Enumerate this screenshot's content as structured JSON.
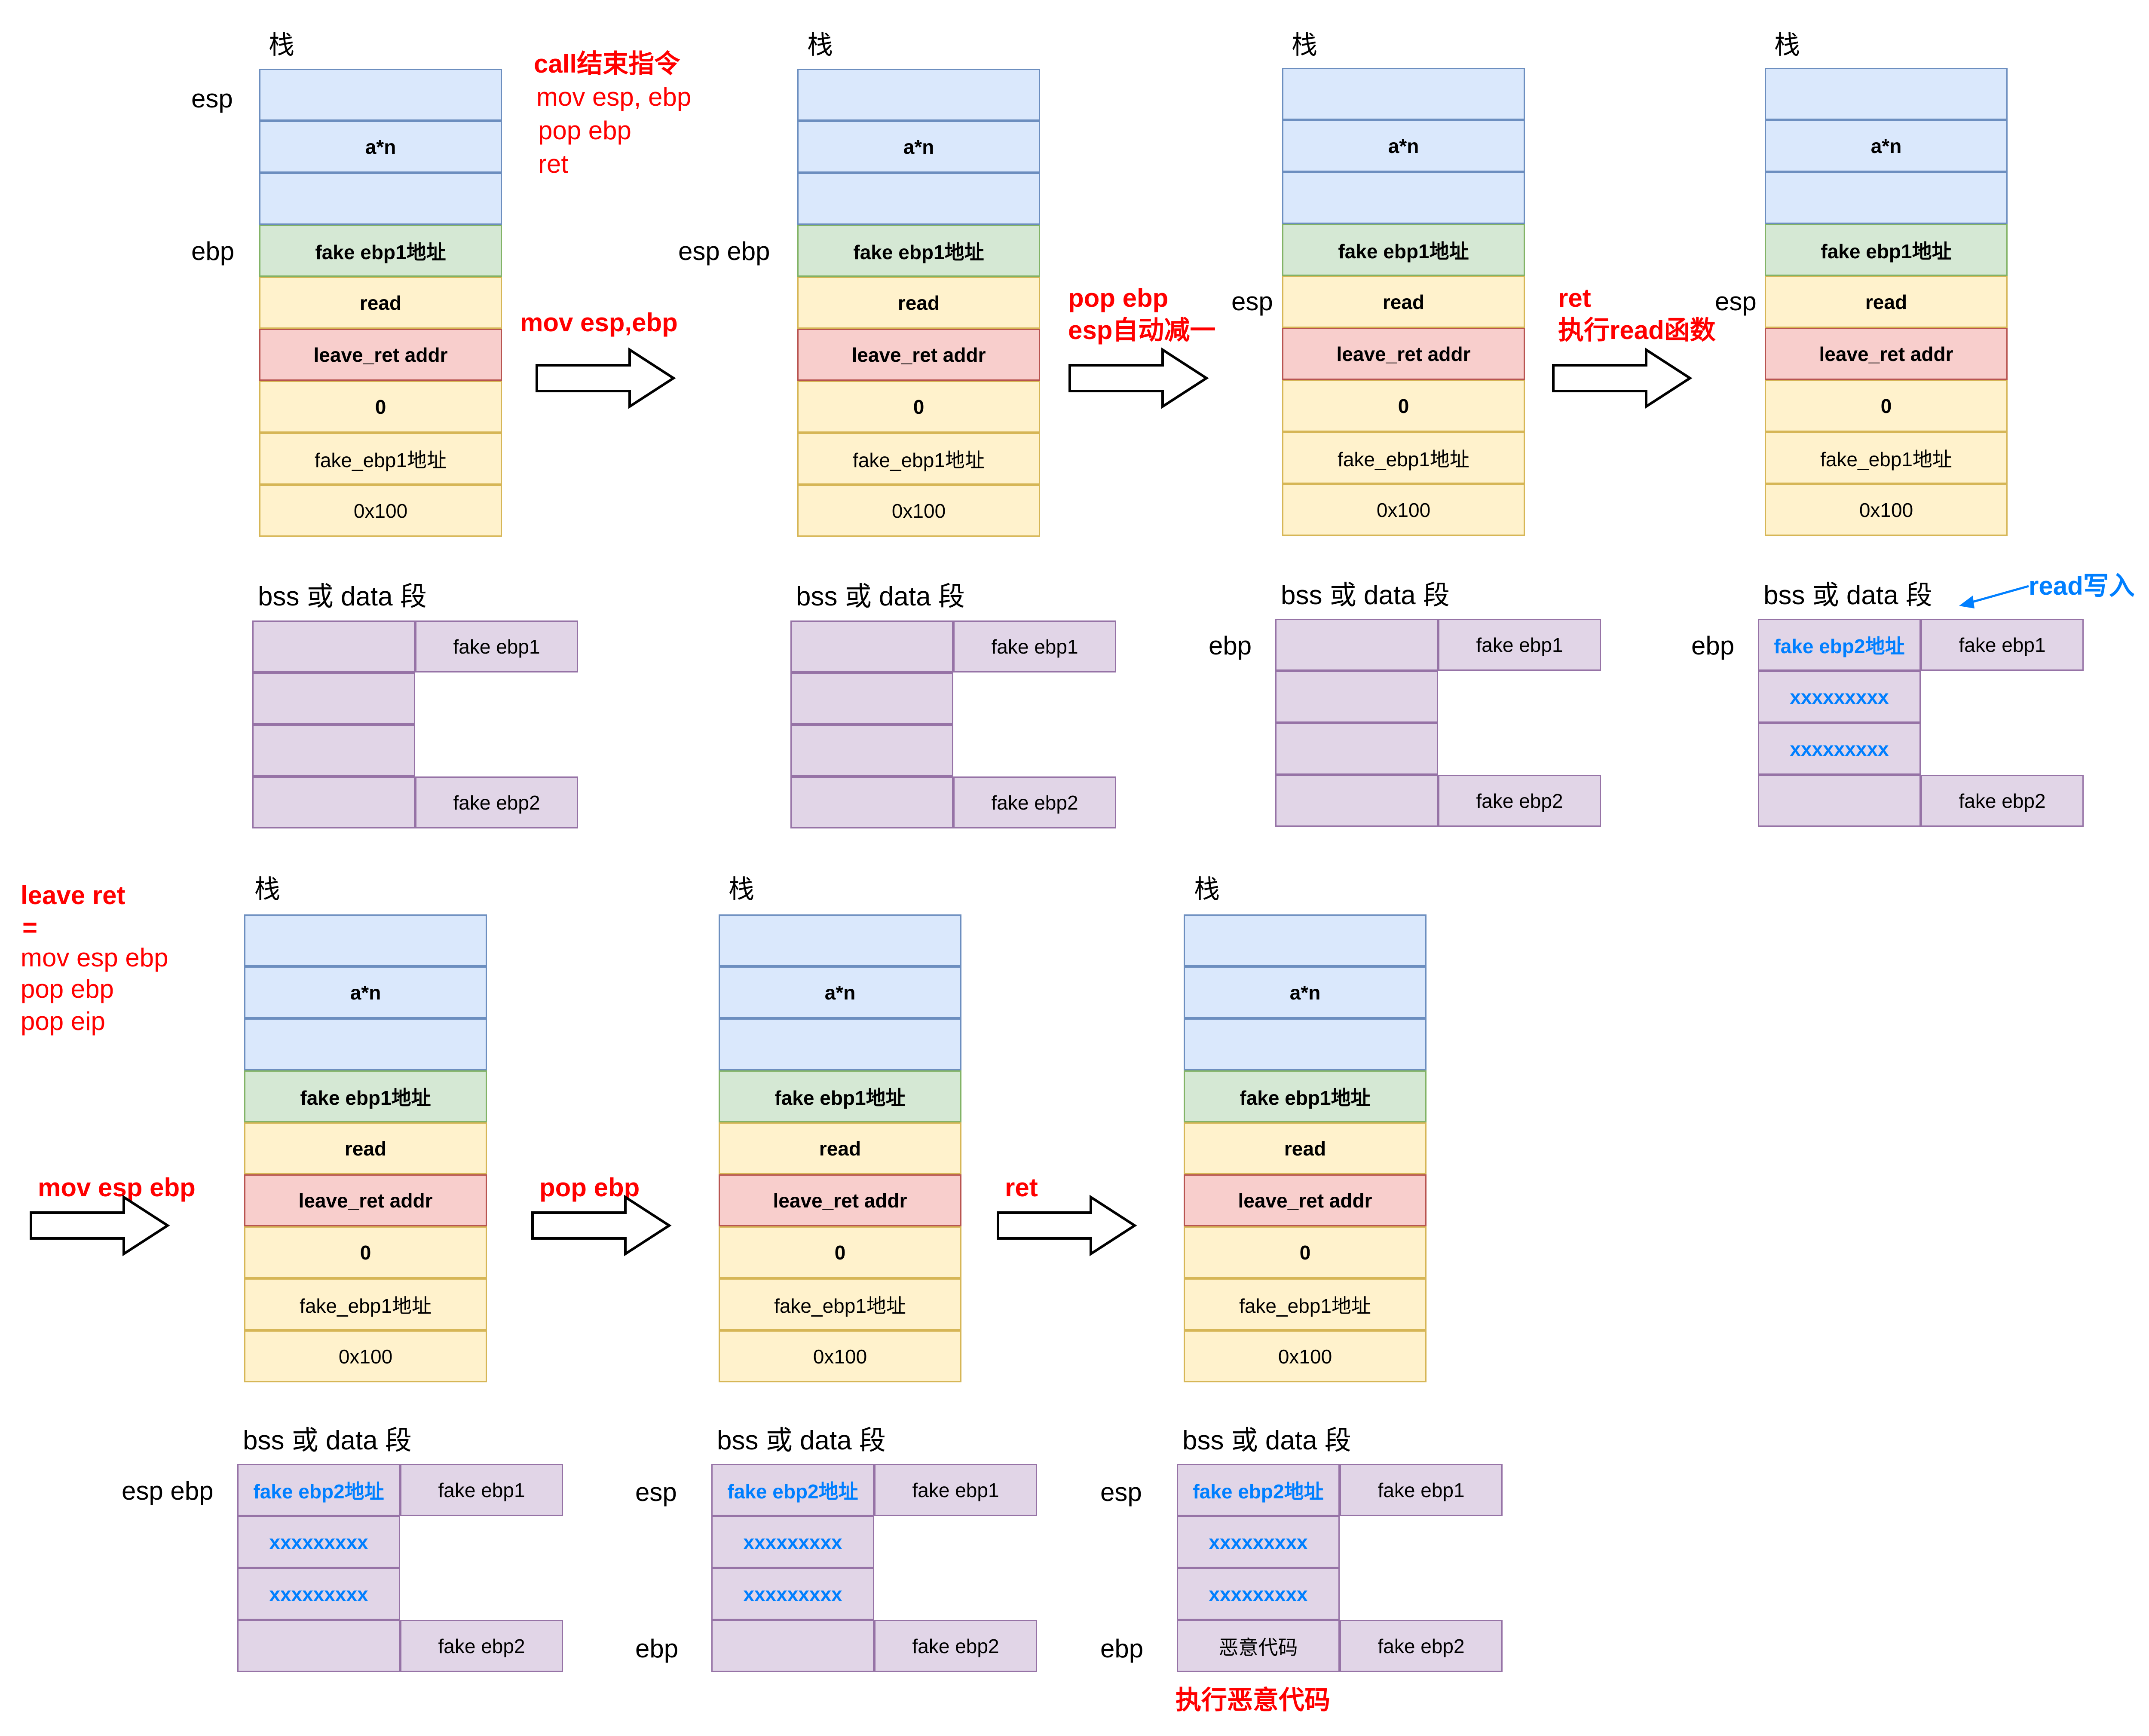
{
  "stack_title": "栈",
  "bss_title": "bss 或 data 段",
  "stack_cells": [
    "",
    "a*n",
    "",
    "fake ebp1地址",
    "read",
    "leave_ret addr",
    "0",
    "fake_ebp1地址",
    "0x100"
  ],
  "bss_left": [
    "",
    "",
    "",
    ""
  ],
  "bss_left_written": [
    "fake ebp2地址",
    "xxxxxxxxx",
    "xxxxxxxxx",
    ""
  ],
  "bss_left_final": [
    "fake ebp2地址",
    "xxxxxxxxx",
    "xxxxxxxxx",
    "恶意代码"
  ],
  "bss_right": {
    "top": "fake ebp1",
    "bottom": "fake ebp2"
  },
  "labels": {
    "esp": "esp",
    "ebp": "ebp",
    "esp_ebp": "esp ebp",
    "esp_tight": "esp",
    "ebp_tight": "ebp"
  },
  "notes": {
    "call_end_title": "call结束指令",
    "call_end_lines": [
      "mov esp, ebp",
      "pop ebp",
      "ret"
    ],
    "step1": "mov esp,ebp",
    "step2_lines": [
      "pop ebp",
      "esp自动减一"
    ],
    "step3_lines": [
      "ret",
      "执行read函数"
    ],
    "read_write": "read写入",
    "leave_ret_title": "leave ret",
    "leave_ret_eq": "=",
    "leave_ret_lines": [
      "mov esp ebp",
      "pop ebp",
      "pop eip"
    ],
    "step4": "mov esp ebp",
    "step5": "pop ebp",
    "step6": "ret",
    "exec_malicious": "执行恶意代码"
  },
  "colors": {
    "stack_blue": "#dae8fc",
    "stack_green": "#d5e8d4",
    "stack_yellow": "#fff2cc",
    "stack_red": "#f8cecc",
    "bss_purple": "#e1d5e7",
    "note_red": "#ff0000",
    "highlight_blue": "#007fff"
  }
}
